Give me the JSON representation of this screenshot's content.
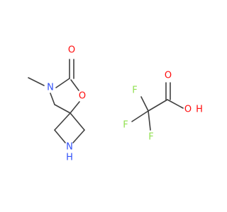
{
  "molecules": {
    "spiro_compound": {
      "atoms": {
        "n_methyl": "N",
        "carbonyl_o": "O",
        "ring_o": "O",
        "amine_n": "N",
        "amine_h": "H"
      }
    },
    "trifluoroacetic_acid": {
      "atoms": {
        "f_top": "F",
        "f_left": "F",
        "f_bottom": "F",
        "carbonyl_o": "O",
        "hydroxyl_o": "O",
        "hydroxyl_h": "H"
      }
    }
  },
  "colors": {
    "bond": "#404040",
    "nitrogen": "#3050F8",
    "oxygen": "#FF0D0D",
    "fluorine": "#90E050"
  }
}
